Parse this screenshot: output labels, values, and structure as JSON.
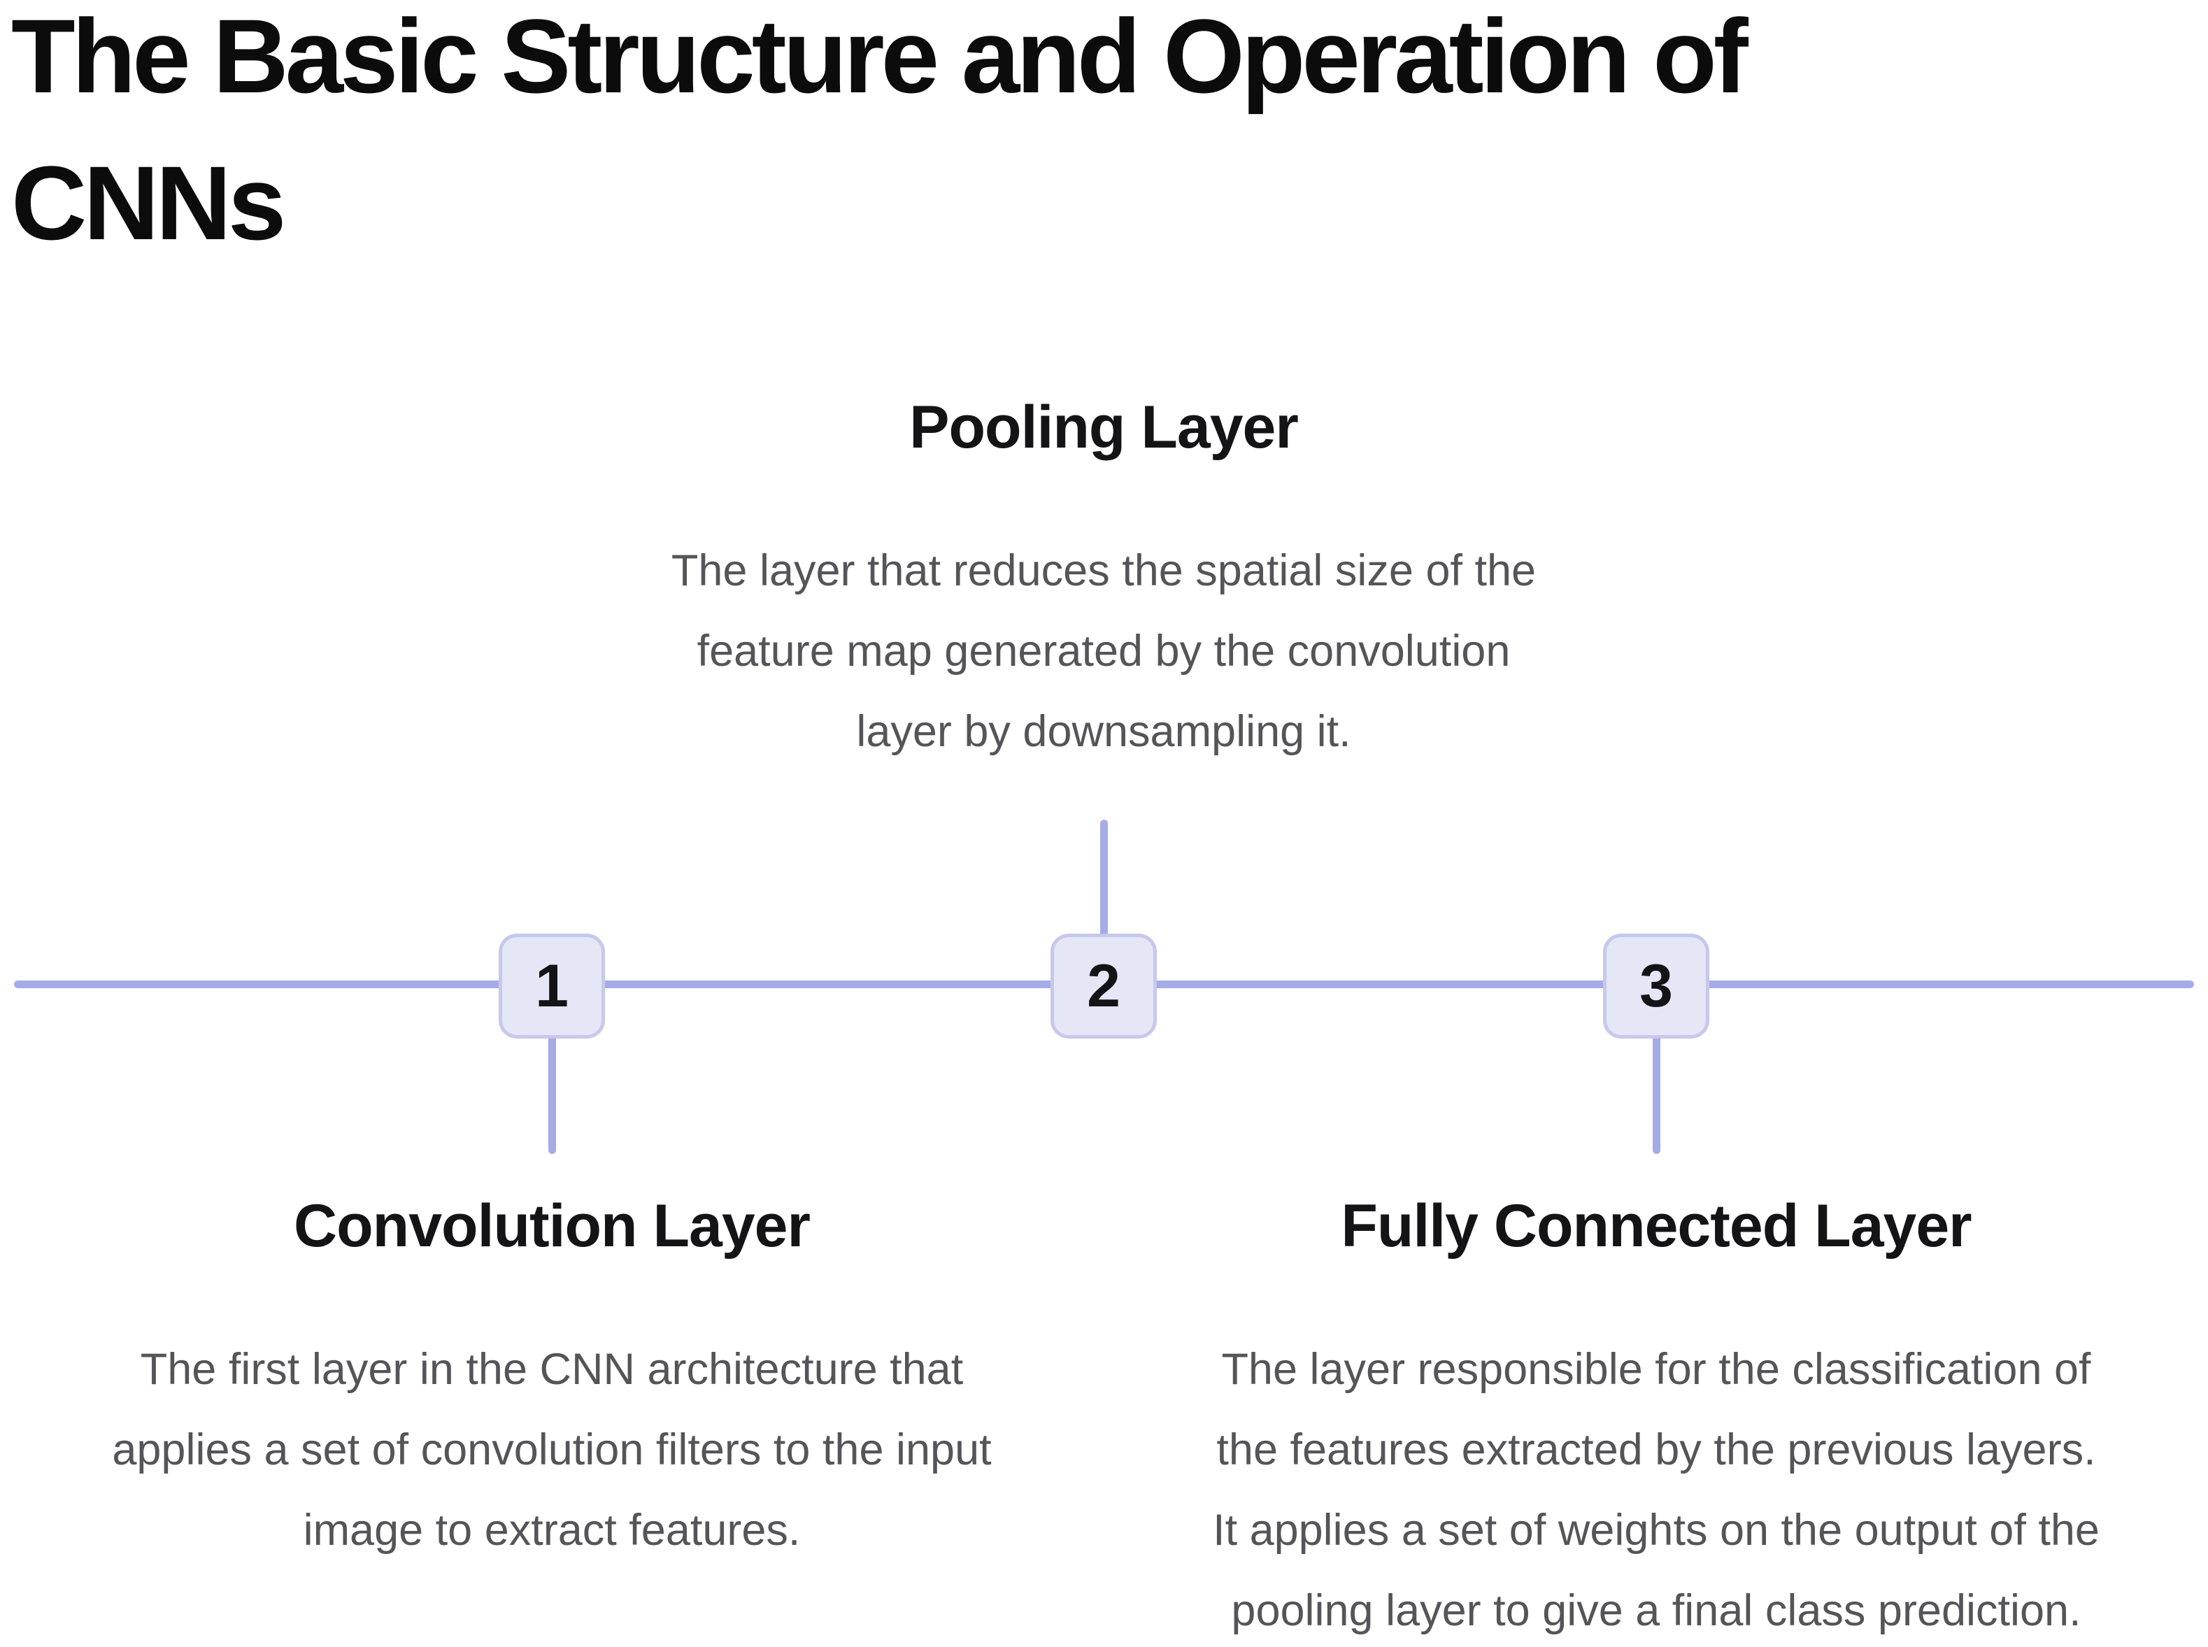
{
  "page": {
    "title": "The Basic Structure and Operation of\nCNNs",
    "background_color": "#ffffff"
  },
  "timeline": {
    "line_color": "#a5abe7",
    "badge_background": "#e5e6f6",
    "badge_border": "#c6c9ec",
    "heading_color": "#141416",
    "body_color": "#555559",
    "steps": [
      {
        "number": "1",
        "label": "Convolution Layer",
        "description": "The first layer in the CNN architecture that\napplies a set of convolution filters to the input\nimage to extract features.",
        "placement": "below-line"
      },
      {
        "number": "2",
        "label": "Pooling Layer",
        "description": "The layer that reduces the spatial size of the\nfeature map generated by the convolution\nlayer by downsampling it.",
        "placement": "above-line"
      },
      {
        "number": "3",
        "label": "Fully Connected Layer",
        "description": "The layer responsible for the classification of\nthe features extracted by the previous layers.\nIt applies a set of weights on the output of the\npooling layer to give a final class prediction.",
        "placement": "below-line"
      }
    ]
  }
}
